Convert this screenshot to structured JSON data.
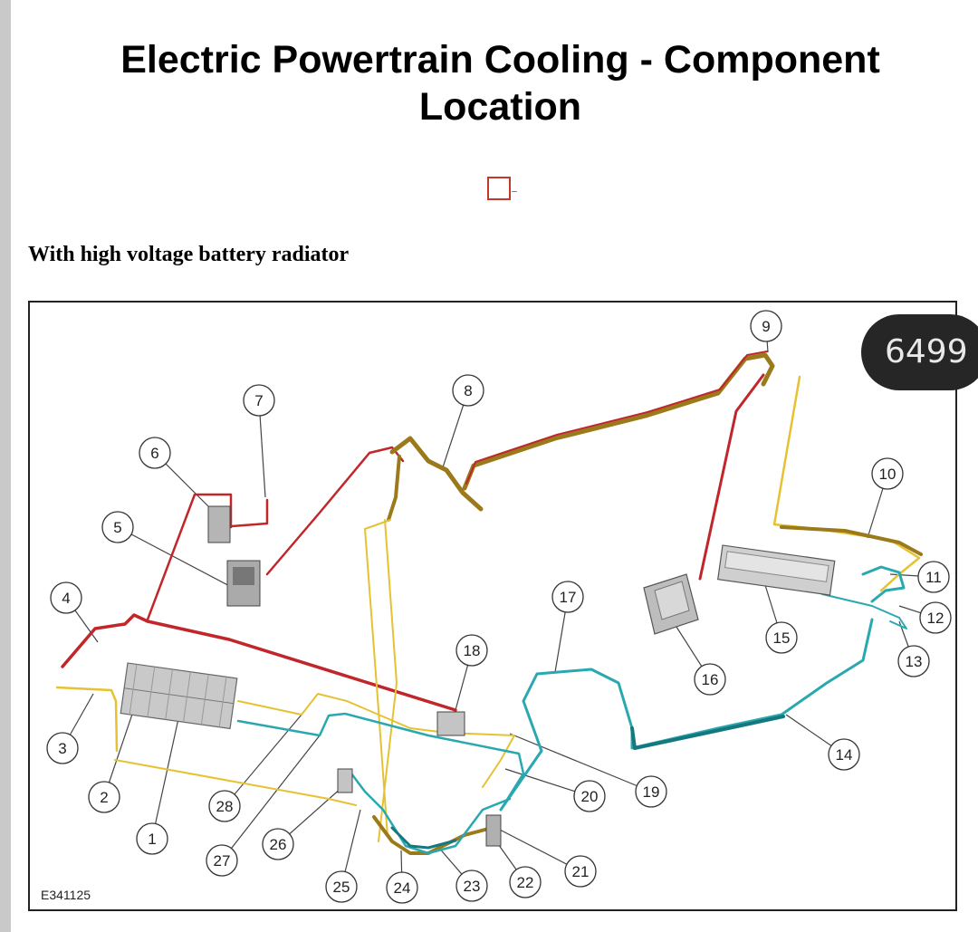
{
  "page": {
    "title": "Electric Powertrain Cooling - Component Location",
    "subtitle": "With high voltage battery radiator",
    "broken_image_icon": "broken-image-icon",
    "page_badge": "6499"
  },
  "diagram": {
    "figure_code": "E341125",
    "callouts": [
      "1",
      "2",
      "3",
      "4",
      "5",
      "6",
      "7",
      "8",
      "9",
      "10",
      "11",
      "12",
      "13",
      "14",
      "15",
      "16",
      "17",
      "18",
      "19",
      "20",
      "21",
      "22",
      "23",
      "24",
      "25",
      "26",
      "27",
      "28"
    ],
    "hose_colors": {
      "red": "#c0262a",
      "yellow": "#e6c232",
      "teal": "#2aa8b0",
      "dark_gold": "#9a7a1a"
    }
  }
}
